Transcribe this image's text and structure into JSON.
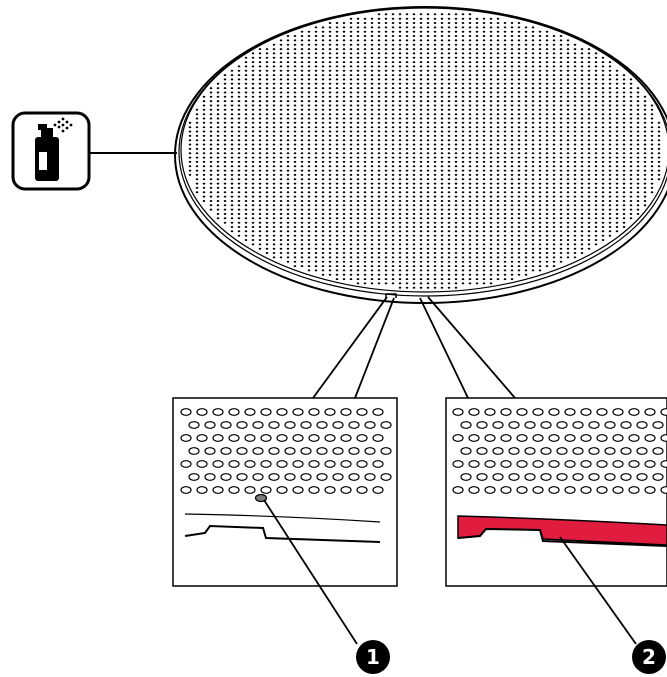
{
  "diagram": {
    "callouts": [
      {
        "number": "1",
        "target": "detail-hole-marker"
      },
      {
        "number": "2",
        "target": "detail-rim-highlighted"
      }
    ],
    "icons": {
      "spray": "spray-can-icon"
    },
    "colors": {
      "line": "#000000",
      "background": "#ffffff",
      "highlight": "#e11d3f",
      "marked_hole": "#7a7a7a"
    }
  }
}
